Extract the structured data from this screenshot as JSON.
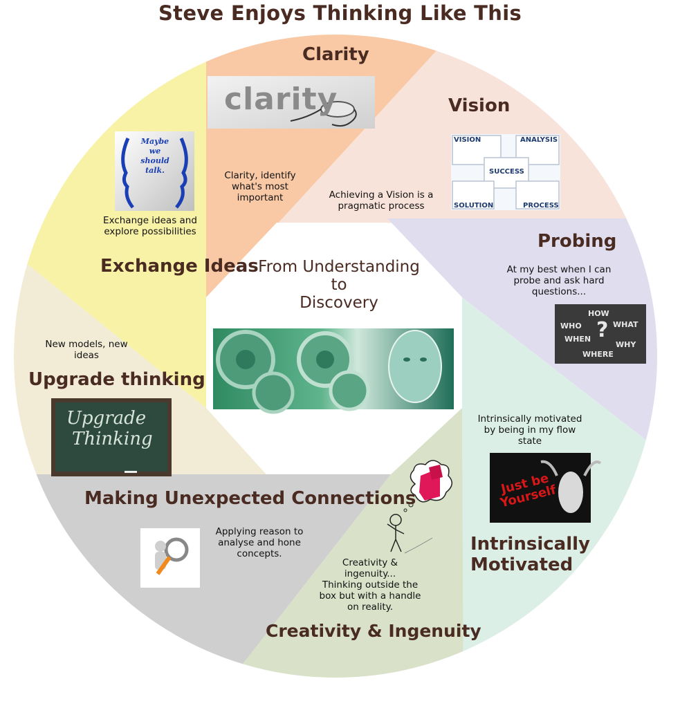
{
  "title": "Steve Enjoys Thinking Like This",
  "center": {
    "line1": "From Understanding",
    "line2": "to",
    "line3": "Discovery"
  },
  "colors": {
    "clarity": "#f9c9a6",
    "vision": "#f7e3da",
    "probing": "#e0ddee",
    "motivated": "#dcefe7",
    "creativity": "#d9e2c9",
    "connections": "#cfcfcf",
    "upgrade": "#f2ecd7",
    "exchange": "#f8f2a6",
    "title_text": "#4a2b22"
  },
  "segments": {
    "clarity": {
      "title": "Clarity",
      "caption": [
        "Clarity, identify",
        "what's most",
        "important"
      ],
      "image_text": "clarity"
    },
    "vision": {
      "title": "Vision",
      "caption": [
        "Achieving a Vision is a",
        "pragmatic process"
      ],
      "puzzle": [
        "VISION",
        "ANALYSIS",
        "SUCCESS",
        "SOLUTION",
        "PROCESS"
      ]
    },
    "probing": {
      "title": "Probing",
      "caption": [
        "At my best when I can",
        "probe and ask hard",
        "questions..."
      ],
      "board_words": [
        "HOW",
        "WHO",
        "WHAT",
        "WHEN",
        "?",
        "WHY",
        "WHERE"
      ]
    },
    "motivated": {
      "title_line1": "Intrinsically",
      "title_line2": "Motivated",
      "caption": [
        "Intrinsically motivated",
        "by being in my flow",
        "state"
      ],
      "image_text_line1": "Just be",
      "image_text_line2": "Yourself"
    },
    "creativity": {
      "title": "Creativity & Ingenuity",
      "caption": [
        "Creativity &",
        "ingenuity...",
        "Thinking outside the",
        "box but with a handle",
        "on reality."
      ]
    },
    "connections": {
      "title": "Making Unexpected Connections",
      "caption": [
        "Applying reason to",
        "analyse and hone",
        "concepts."
      ]
    },
    "upgrade": {
      "title": "Upgrade thinking",
      "caption": [
        "New models, new",
        "ideas"
      ],
      "chalk_line1": "Upgrade",
      "chalk_line2": "Thinking"
    },
    "exchange": {
      "title": "Exchange Ideas",
      "caption": [
        "Exchange ideas and",
        "explore possibilities"
      ],
      "image_text": [
        "Maybe",
        "we should",
        "talk."
      ]
    }
  }
}
